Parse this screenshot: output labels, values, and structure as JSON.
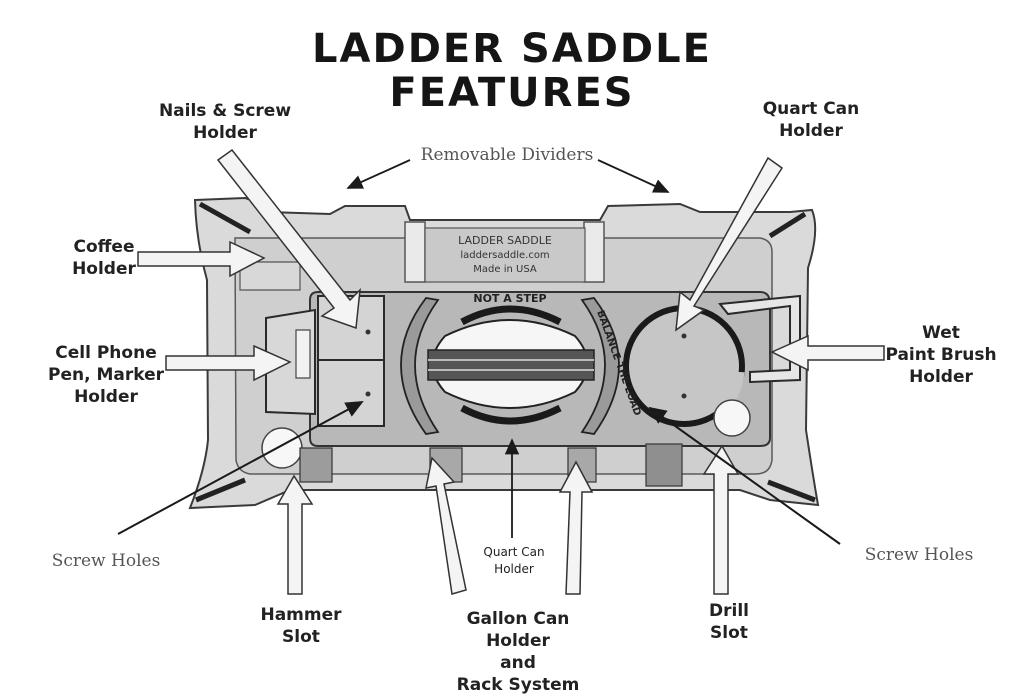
{
  "title": {
    "line1": "LADDER SADDLE",
    "line2": "FEATURES"
  },
  "product_stamp": {
    "brand": "LADDER SADDLE",
    "website": "laddersaddle.com",
    "origin": "Made in USA",
    "not_a_step": "NOT A STEP",
    "balance": "BALANCE THE LOAD"
  },
  "callouts": {
    "nails_screw_holder": [
      "Nails & Screw",
      "Holder"
    ],
    "quart_can_holder_top": [
      "Quart Can",
      "Holder"
    ],
    "removable_dividers": "Removable Dividers",
    "coffee_holder": [
      "Coffee",
      "Holder"
    ],
    "cell_phone_holder": [
      "Cell Phone",
      "Pen, Marker",
      "Holder"
    ],
    "wet_paint_brush_holder": [
      "Wet",
      "Paint Brush",
      "Holder"
    ],
    "screw_holes_left": "Screw Holes",
    "screw_holes_right": "Screw Holes",
    "quart_can_holder_bottom": [
      "Quart Can",
      "Holder"
    ],
    "hammer_slot": [
      "Hammer",
      "Slot"
    ],
    "gallon_can_holder": [
      "Gallon Can",
      "Holder",
      "and",
      "Rack System"
    ],
    "drill_slot": [
      "Drill",
      "Slot"
    ]
  },
  "colors": {
    "tray": "#d9d9d9",
    "tray_dark": "#9c9c9c",
    "inner_panel": "#c4c4c4",
    "arrow_fill": "#f2f2f2",
    "ink": "#1a1a1a"
  }
}
